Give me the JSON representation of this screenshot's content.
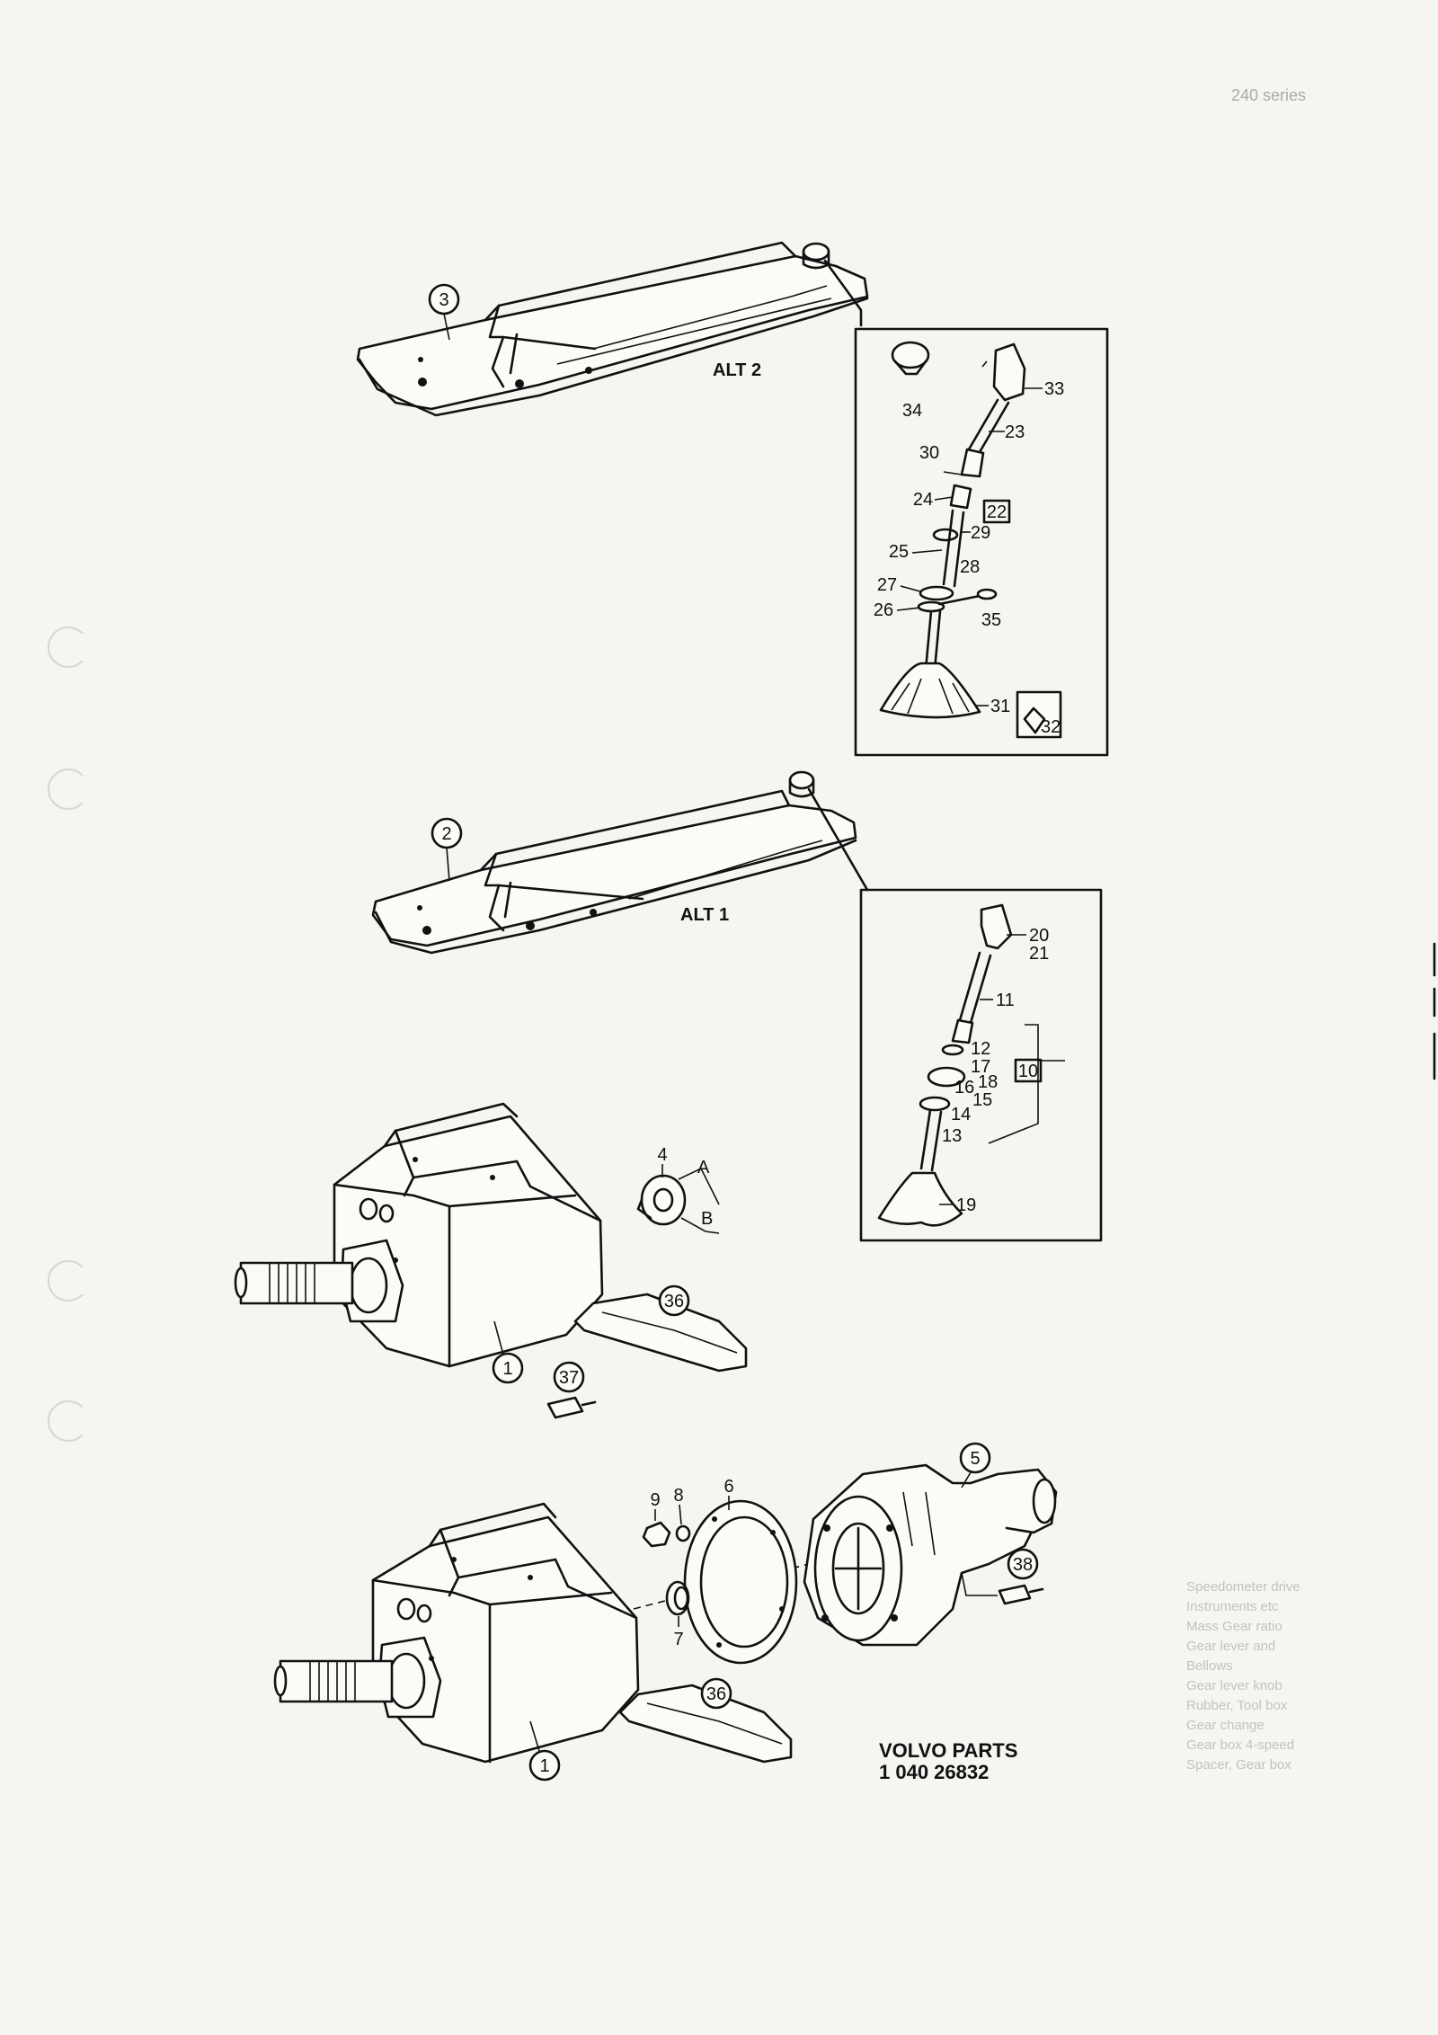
{
  "header_text": "240 series",
  "footer": {
    "brand": "VOLVO PARTS",
    "number": "1 040 26832"
  },
  "alt_labels": {
    "alt2": "ALT 2",
    "alt1": "ALT 1"
  },
  "callouts": {
    "c1a": "1",
    "c1b": "1",
    "c2": "2",
    "c3": "3",
    "c36a": "36",
    "c36b": "36",
    "c37": "37",
    "c38": "38",
    "c5": "5",
    "n4": "4",
    "nA": "A",
    "nB": "B",
    "n6": "6",
    "n7": "7",
    "n8": "8",
    "n9": "9"
  },
  "alt2_parts": {
    "p33": "33",
    "p34": "34",
    "p23": "23",
    "p30": "30",
    "p24": "24",
    "p22": "22",
    "p29": "29",
    "p25": "25",
    "p28": "28",
    "p27": "27",
    "p26": "26",
    "p35": "35",
    "p31": "31",
    "p32": "32"
  },
  "alt1_parts": {
    "p20": "20",
    "p21": "21",
    "p11": "11",
    "p12": "12",
    "p17": "17",
    "p18": "18",
    "p10": "10",
    "p16": "16",
    "p15": "15",
    "p14": "14",
    "p13": "13",
    "p19": "19"
  },
  "margin_notes": [
    "Speedometer drive",
    "Instruments etc",
    "Mass Gear ratio",
    "Gear lever and",
    "Bellows",
    "Gear lever knob",
    "Rubber, Tool box",
    "Gear change",
    "Gear box 4-speed",
    "Spacer, Gear box"
  ]
}
